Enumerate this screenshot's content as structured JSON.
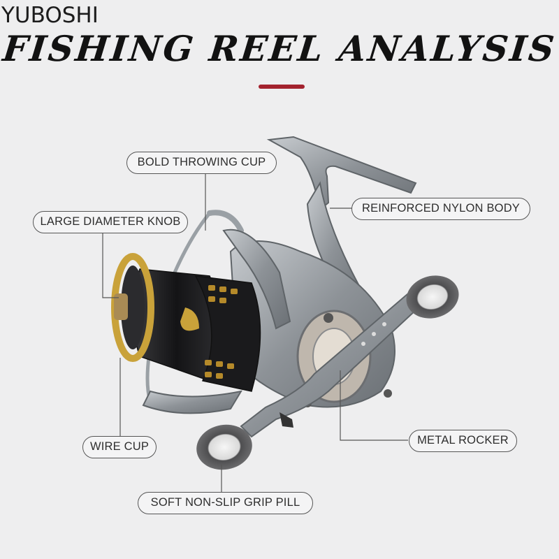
{
  "brand": "YUBOSHI",
  "title": "FISHING REEL ANALYSIS",
  "colors": {
    "accent": "#a3222e",
    "gold": "#c9a23a",
    "metal": "#9ea3a8",
    "spool": "#1f1f22",
    "grip": "#5a5a5c",
    "line": "#555555"
  },
  "callouts": {
    "bold_throwing_cup": "BOLD THROWING CUP",
    "reinforced_nylon_body": "REINFORCED NYLON BODY",
    "large_diameter_knob": "LARGE DIAMETER KNOB",
    "wire_cup": "WIRE CUP",
    "metal_rocker": "METAL ROCKER",
    "soft_grip": "SOFT NON-SLIP GRIP PILL"
  }
}
